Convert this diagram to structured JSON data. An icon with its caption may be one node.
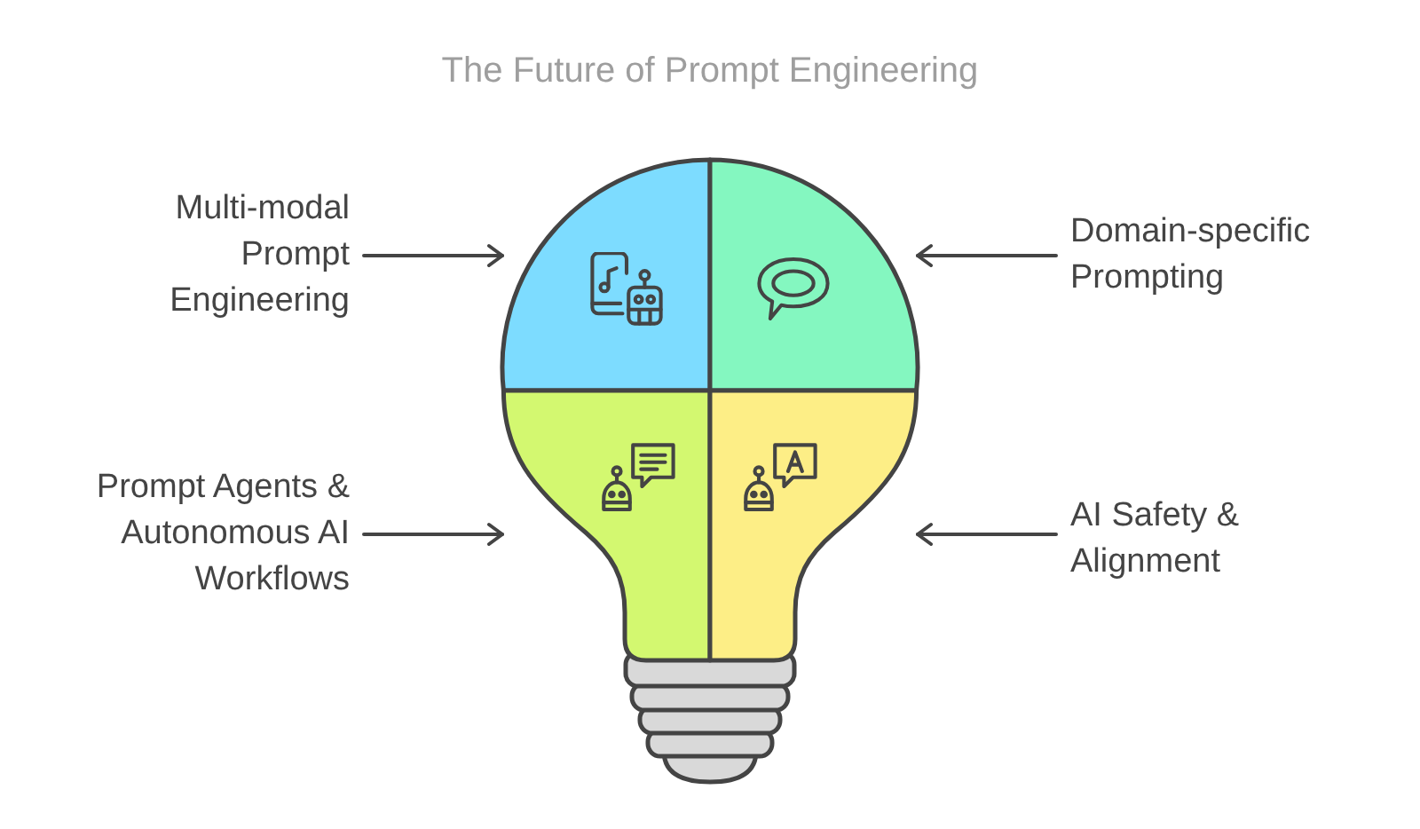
{
  "diagram": {
    "title": "The Future of Prompt Engineering",
    "nodes": [
      {
        "text": [
          "Multi-modal Prompt Engineering"
        ]
      },
      {
        "text": [],
        "shape": "picture"
      },
      {
        "text": [],
        "shape": "picture"
      },
      {
        "text": [
          "Domain-specific Prompting"
        ]
      },
      {
        "text": [
          "Prompt Agents & Autonomous AI Workflows"
        ]
      },
      {
        "text": [],
        "shape": "picture"
      },
      {
        "text": [],
        "shape": "picture"
      },
      {
        "text": [
          "AI Safety & Alignment"
        ]
      }
    ],
    "edges": [
      {
        "from": 0,
        "to": 1,
        "arrow": "to"
      },
      {
        "from": 3,
        "to": 2,
        "arrow": "to"
      },
      {
        "from": 4,
        "to": 5,
        "arrow": "to"
      },
      {
        "from": 7,
        "to": 6,
        "arrow": "to"
      }
    ]
  }
}
